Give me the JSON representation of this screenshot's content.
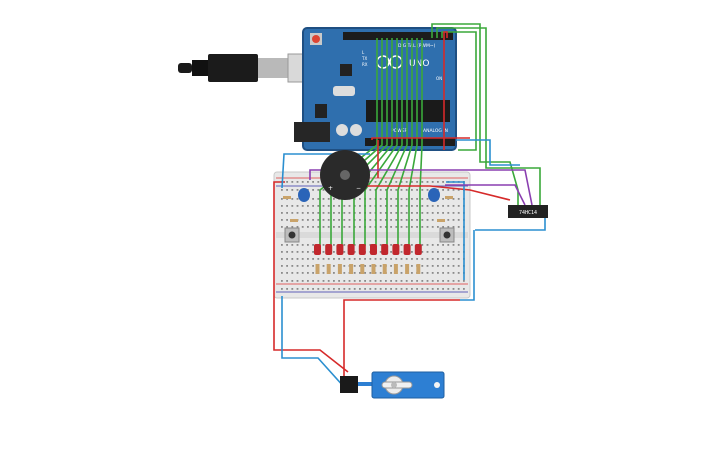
{
  "board": {
    "brand_label": "UNO",
    "digital_label": "DIGITAL (PWM~)",
    "power_label": "POWER",
    "analog_label": "ANALOG IN",
    "tx_label": "TX",
    "rx_label": "RX",
    "l_label": "L",
    "on_label": "ON"
  },
  "chip": {
    "label": "74HC14"
  },
  "colors": {
    "board": "#2f6fae",
    "board_edge": "#1f4f82",
    "wire_green": "#3aa83a",
    "wire_red": "#d62a2a",
    "wire_blue": "#2b8fd0",
    "wire_purple": "#8a3fb0",
    "led_red": "#c1272d",
    "servo_blue": "#2d7fd3",
    "breadboard": "#e8e8e8",
    "buzzer": "#2a2a2a",
    "chip": "#222222",
    "cap_blue": "#2a64b8"
  },
  "components": {
    "led_count": 10,
    "button_count": 2,
    "capacitor_count": 2,
    "buzzer_count": 1,
    "servo_count": 1
  }
}
